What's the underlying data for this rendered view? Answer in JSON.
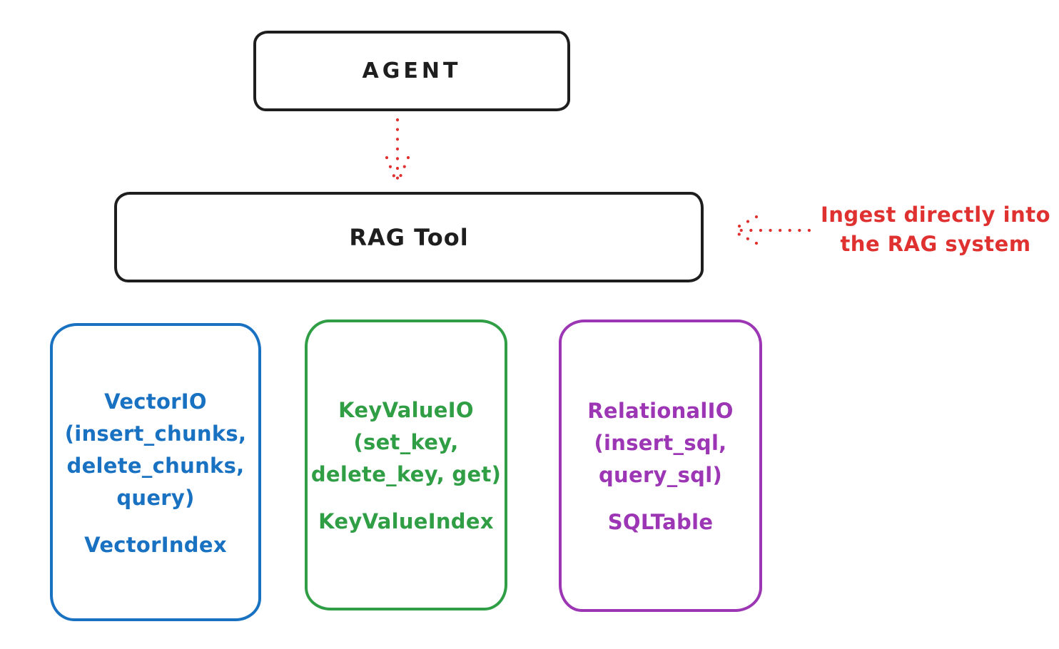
{
  "diagram": {
    "background": "#ffffff",
    "stroke_color": "#1e1e1e",
    "accent_red": "#e03131",
    "agent_box": {
      "label": "AGENT"
    },
    "rag_tool_box": {
      "label": "RAG Tool"
    },
    "annotation": {
      "line1": "Ingest directly into",
      "line2": "the RAG system",
      "color": "#e03131"
    },
    "arrows": [
      {
        "name": "agent-to-rag-tool",
        "style": "dotted",
        "color": "#e03131",
        "direction": "down"
      },
      {
        "name": "annotation-to-rag-tool",
        "style": "dotted",
        "color": "#e03131",
        "direction": "left"
      }
    ],
    "io_boxes": [
      {
        "name": "vector-io",
        "color": "#1971c2",
        "lines": [
          "VectorIO",
          "(insert_chunks,",
          "delete_chunks,",
          "query)"
        ],
        "index_label": "VectorIndex"
      },
      {
        "name": "keyvalue-io",
        "color": "#2f9e44",
        "lines": [
          "KeyValueIO",
          "(set_key,",
          "delete_key, get)"
        ],
        "index_label": "KeyValueIndex"
      },
      {
        "name": "relational-io",
        "color": "#9c36b5",
        "lines": [
          "RelationalIO",
          "(insert_sql,",
          "query_sql)"
        ],
        "index_label": "SQLTable"
      }
    ]
  }
}
